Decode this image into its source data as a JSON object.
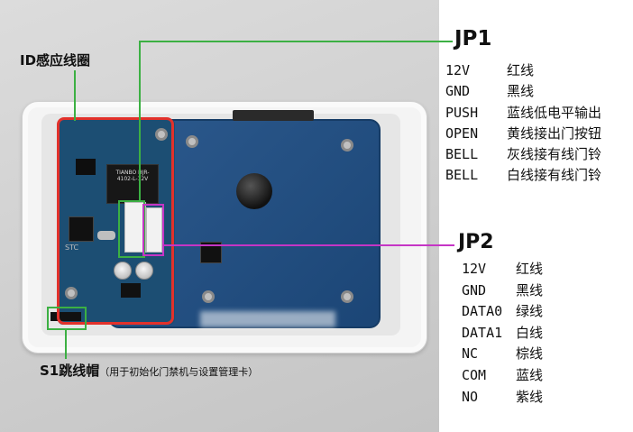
{
  "labels": {
    "id_coil": "ID感应线圈",
    "s1_main": "S1跳线帽",
    "s1_sub": "（用于初始化门禁机与设置管理卡）",
    "jp1_title": "JP1",
    "jp2_title": "JP2"
  },
  "jp1": [
    {
      "pin": "12V",
      "desc": "红线"
    },
    {
      "pin": "GND",
      "desc": "黑线"
    },
    {
      "pin": "PUSH",
      "desc": "蓝线低电平输出"
    },
    {
      "pin": "OPEN",
      "desc": "黄线接出门按钮"
    },
    {
      "pin": "BELL",
      "desc": "灰线接有线门铃"
    },
    {
      "pin": "BELL",
      "desc": "白线接有线门铃"
    }
  ],
  "jp2": [
    {
      "pin": "12V",
      "desc": "红线"
    },
    {
      "pin": "GND",
      "desc": "黑线"
    },
    {
      "pin": "DATA0",
      "desc": "绿线"
    },
    {
      "pin": "DATA1",
      "desc": "白线"
    },
    {
      "pin": "NC",
      "desc": "棕线"
    },
    {
      "pin": "COM",
      "desc": "蓝线"
    },
    {
      "pin": "NO",
      "desc": "紫线"
    }
  ],
  "board_text": {
    "relay": "TIANBO HJR-4102-L-12V",
    "mcu": "STC"
  },
  "colors": {
    "red_box": "#e2312b",
    "green_line": "#3cb043",
    "magenta_line": "#c535c5",
    "pcb_blue": "#1f4f86"
  }
}
